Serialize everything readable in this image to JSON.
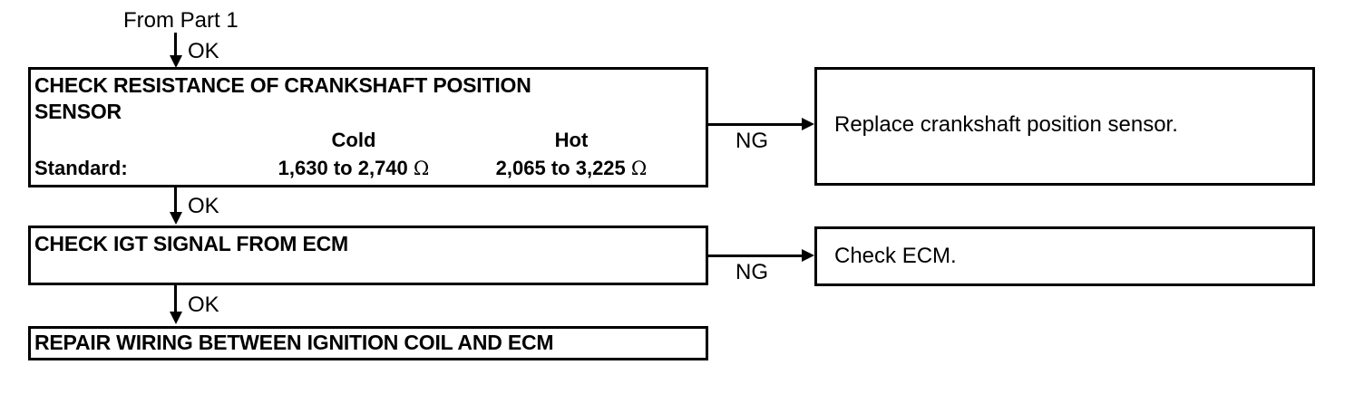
{
  "diagram": {
    "type": "flowchart",
    "title_note": "From Part 1",
    "entry_label": "From Part 1",
    "nodes": [
      {
        "id": "check-resistance",
        "kind": "decision-step",
        "title_line1": "CHECK RESISTANCE OF CRANKSHAFT POSITION",
        "title_line2": "SENSOR",
        "spec": {
          "label": "Standard:",
          "columns": [
            "Cold",
            "Hot"
          ],
          "values": [
            "1,630 to 2,740 Ω",
            "2,065 to 3,225 Ω"
          ],
          "cold_value_number": "1,630 to 2,740",
          "hot_value_number": "2,065 to 3,225",
          "unit": "Ω"
        }
      },
      {
        "id": "check-igt-signal",
        "kind": "decision-step",
        "title": "CHECK IGT SIGNAL FROM ECM"
      },
      {
        "id": "repair-wiring",
        "kind": "terminal-step",
        "title": "REPAIR WIRING BETWEEN IGNITION COIL AND ECM"
      },
      {
        "id": "replace-sensor",
        "kind": "action",
        "title": "Replace crankshaft position sensor."
      },
      {
        "id": "check-ecm",
        "kind": "action",
        "title": "Check ECM."
      }
    ],
    "edges": [
      {
        "id": "entry-to-box1",
        "label": "OK",
        "direction": "down"
      },
      {
        "id": "box1-ng",
        "label": "NG",
        "direction": "right"
      },
      {
        "id": "box1-to-box2",
        "label": "OK",
        "direction": "down"
      },
      {
        "id": "box2-ng",
        "label": "NG",
        "direction": "right"
      },
      {
        "id": "box2-to-box3",
        "label": "OK",
        "direction": "down"
      }
    ],
    "colors": {
      "stroke": "#000000",
      "background": "#ffffff",
      "text": "#000000"
    }
  }
}
